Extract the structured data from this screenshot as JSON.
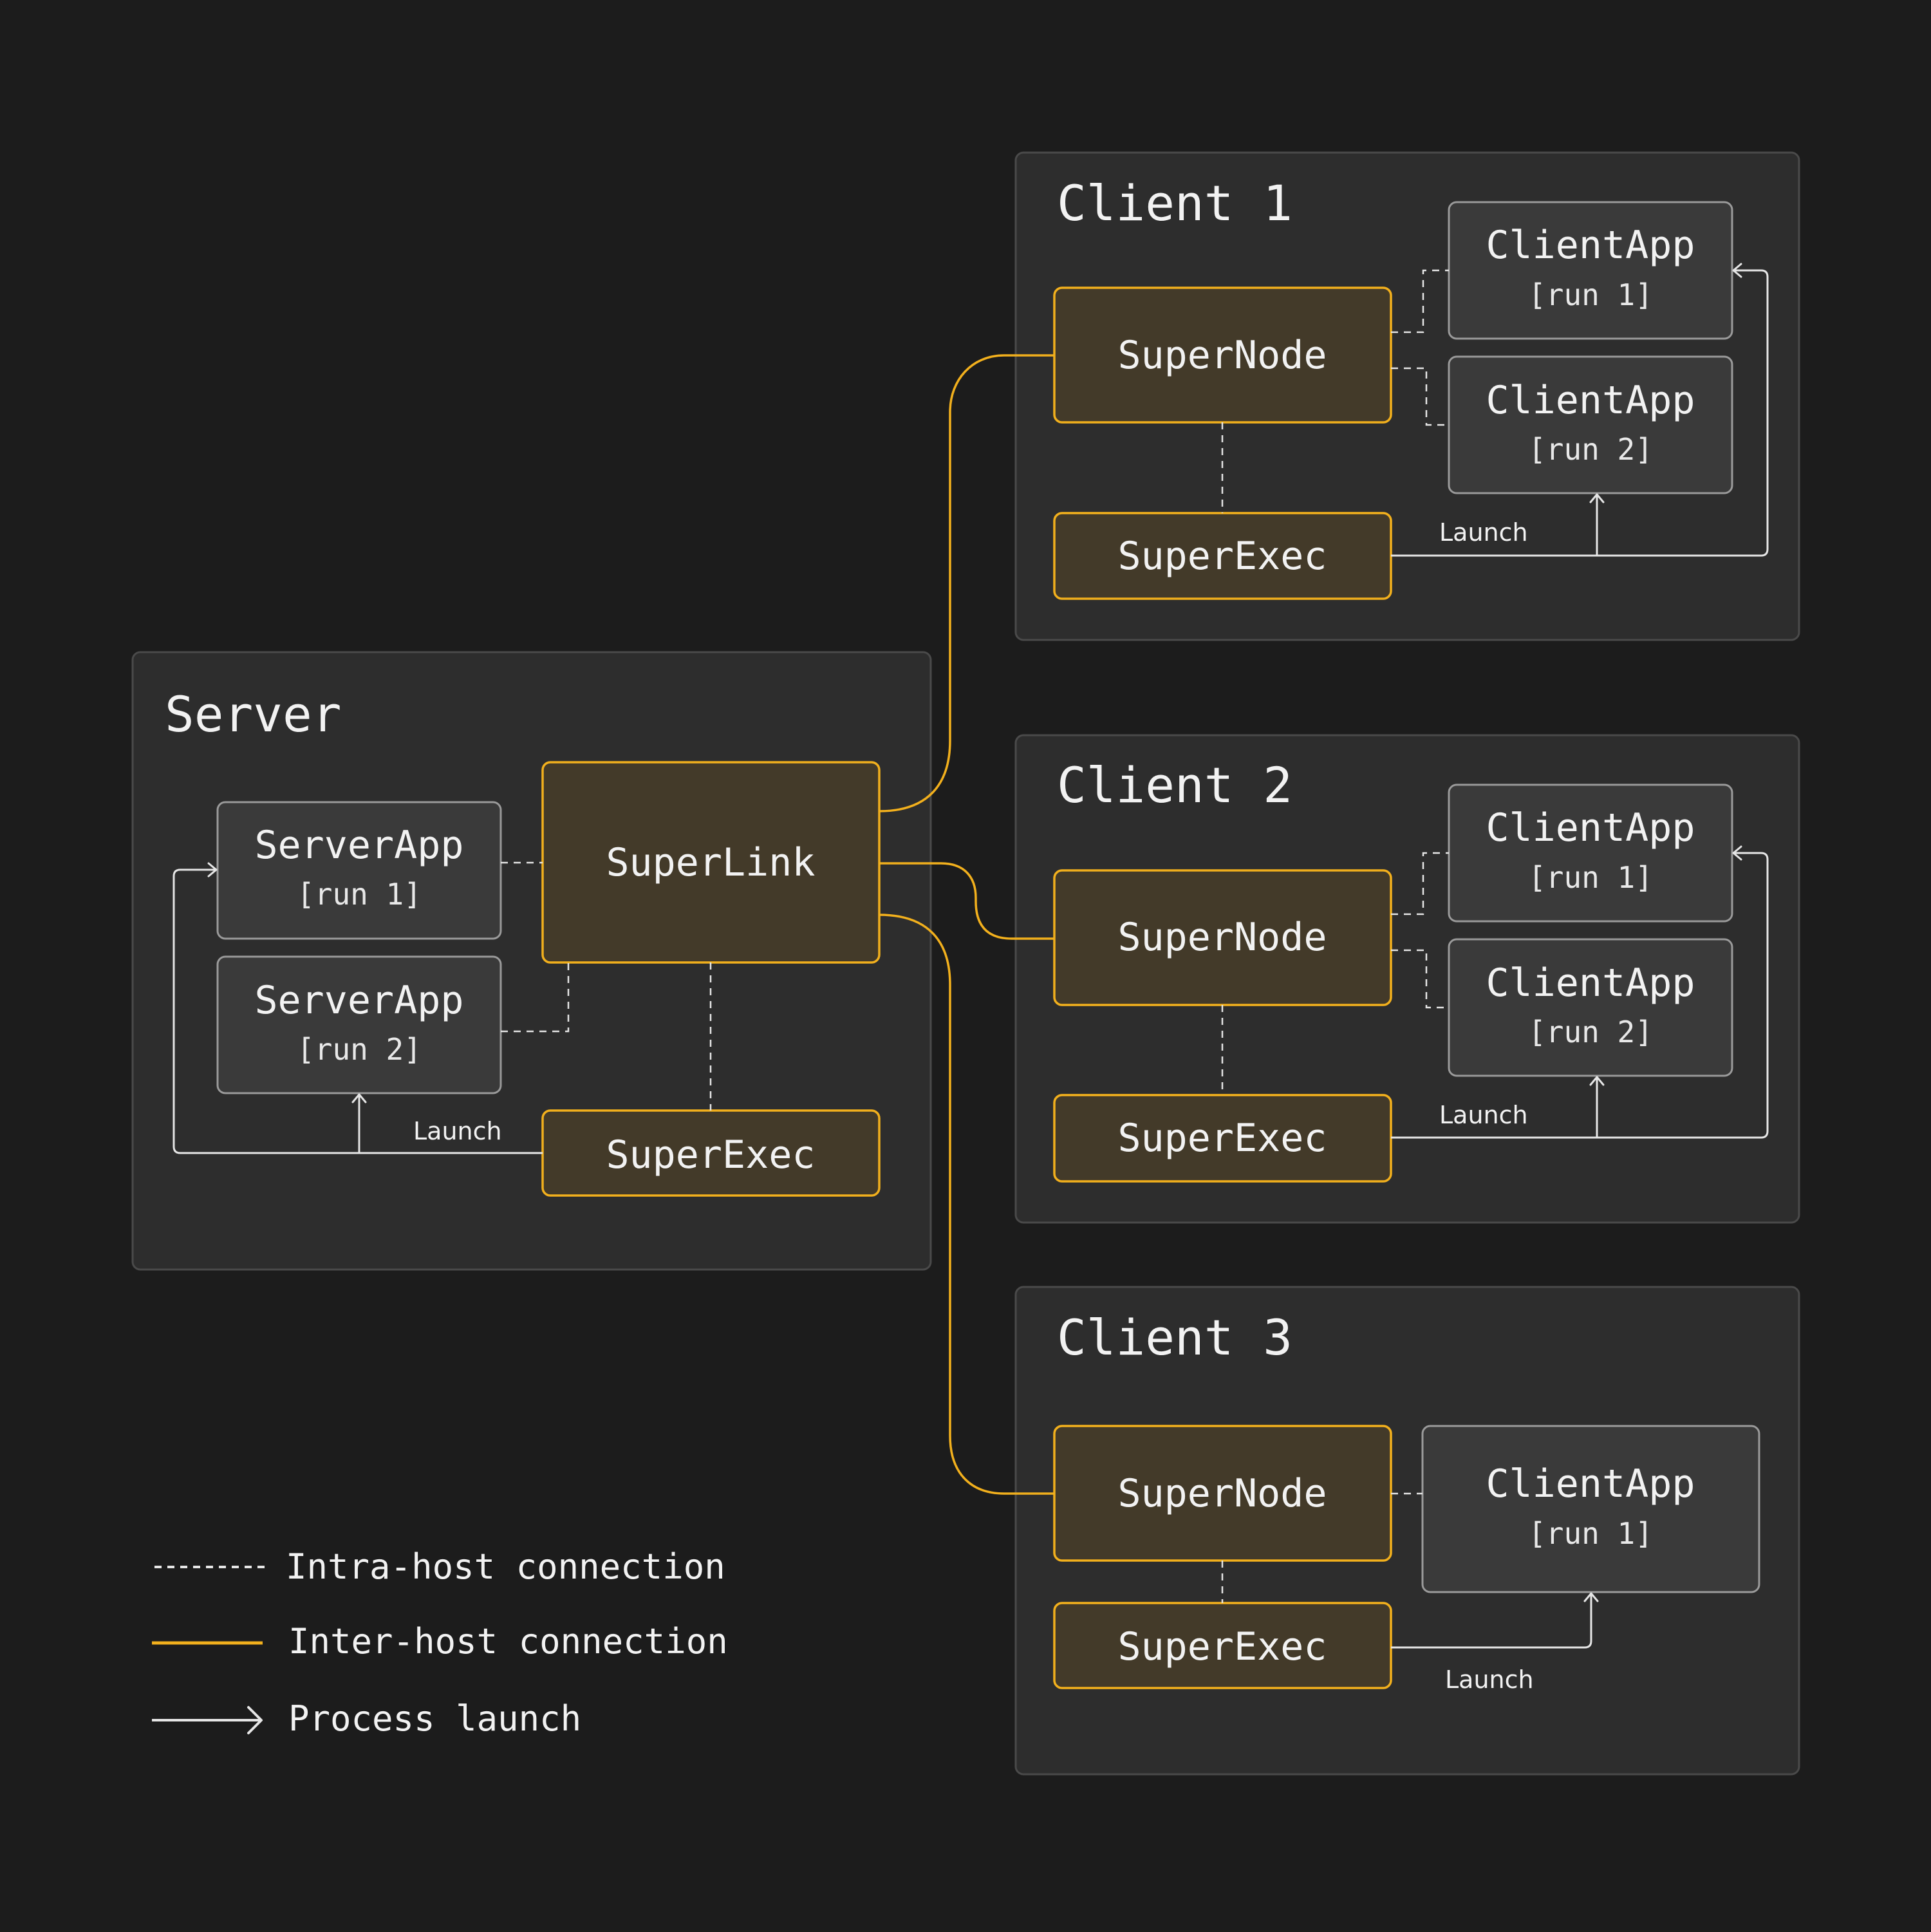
{
  "colors": {
    "background": "#1c1c1c",
    "host_fill": "#2d2d2d",
    "component_fill": "#433a29",
    "component_stroke": "#f2b01d",
    "app_fill": "#3a3a3a",
    "app_stroke": "#9a9a9a",
    "inter_host_line": "#f2b01d",
    "intra_host_line": "#e6e6e6"
  },
  "server": {
    "title": "Server",
    "superlink": "SuperLink",
    "superexec": "SuperExec",
    "launch_label": "Launch",
    "apps": [
      {
        "name": "ServerApp",
        "run": "[run 1]"
      },
      {
        "name": "ServerApp",
        "run": "[run 2]"
      }
    ]
  },
  "clients": [
    {
      "title": "Client 1",
      "supernode": "SuperNode",
      "superexec": "SuperExec",
      "launch_label": "Launch",
      "apps": [
        {
          "name": "ClientApp",
          "run": "[run 1]"
        },
        {
          "name": "ClientApp",
          "run": "[run 2]"
        }
      ]
    },
    {
      "title": "Client 2",
      "supernode": "SuperNode",
      "superexec": "SuperExec",
      "launch_label": "Launch",
      "apps": [
        {
          "name": "ClientApp",
          "run": "[run 1]"
        },
        {
          "name": "ClientApp",
          "run": "[run 2]"
        }
      ]
    },
    {
      "title": "Client 3",
      "supernode": "SuperNode",
      "superexec": "SuperExec",
      "launch_label": "Launch",
      "apps": [
        {
          "name": "ClientApp",
          "run": "[run 1]"
        }
      ]
    }
  ],
  "legend": {
    "intra_host": "Intra-host connection",
    "inter_host": "Inter-host connection",
    "process_launch": "Process launch"
  }
}
